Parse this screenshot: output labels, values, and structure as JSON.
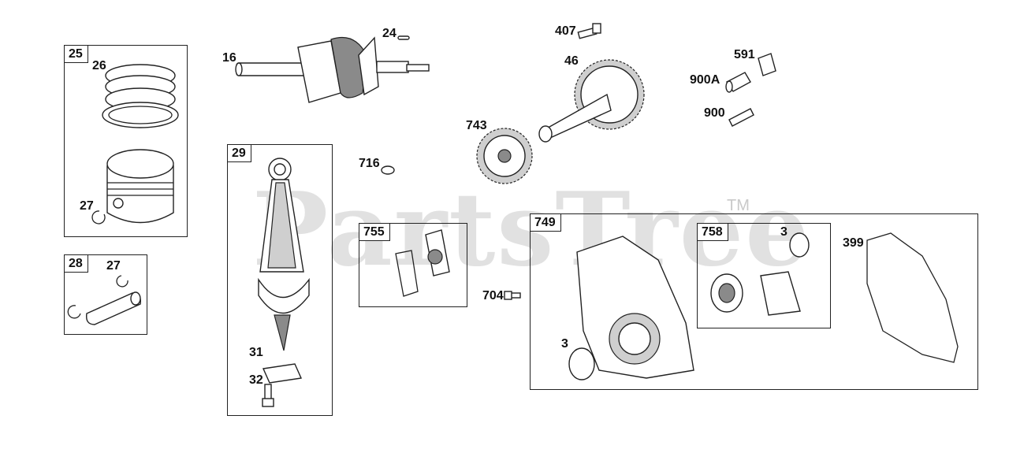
{
  "watermark": "PartsTree",
  "trademark": "TM",
  "boxes": {
    "b25": "25",
    "b28": "28",
    "b29": "29",
    "b755": "755",
    "b749": "749",
    "b758": "758"
  },
  "labels": {
    "l26": "26",
    "l27a": "27",
    "l27b": "27",
    "l16": "16",
    "l24": "24",
    "l31": "31",
    "l32": "32",
    "l716": "716",
    "l704": "704",
    "l407": "407",
    "l46": "46",
    "l743": "743",
    "l591": "591",
    "l900A": "900A",
    "l900": "900",
    "l3a": "3",
    "l3b": "3",
    "l399": "399"
  }
}
